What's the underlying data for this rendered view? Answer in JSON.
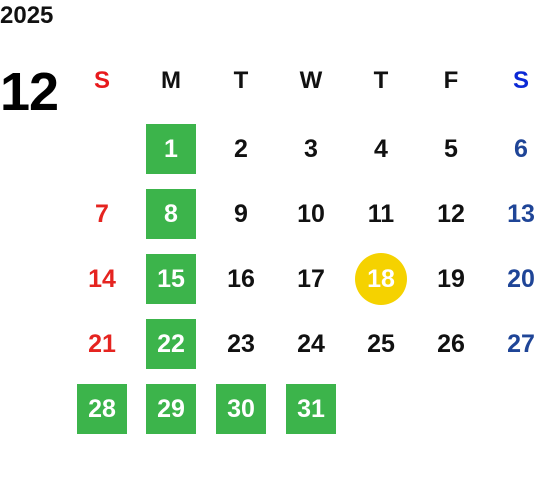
{
  "calendar": {
    "year": "2025",
    "month": "12",
    "weekdays": [
      {
        "label": "S",
        "color": "#e8191c"
      },
      {
        "label": "M",
        "color": "#111111"
      },
      {
        "label": "T",
        "color": "#111111"
      },
      {
        "label": "W",
        "color": "#111111"
      },
      {
        "label": "T",
        "color": "#111111"
      },
      {
        "label": "F",
        "color": "#111111"
      },
      {
        "label": "S",
        "color": "#0b29d6"
      }
    ],
    "colors": {
      "sunday": "#e52420",
      "saturday": "#1f4597",
      "weekday": "#111111",
      "highlight_green": "#3cb44b",
      "today_yellow": "#f5d200",
      "highlight_text": "#ffffff"
    },
    "days": [
      {
        "label": "1",
        "col": 1,
        "row": 0,
        "style": "green"
      },
      {
        "label": "2",
        "col": 2,
        "row": 0,
        "style": "normal"
      },
      {
        "label": "3",
        "col": 3,
        "row": 0,
        "style": "normal"
      },
      {
        "label": "4",
        "col": 4,
        "row": 0,
        "style": "normal"
      },
      {
        "label": "5",
        "col": 5,
        "row": 0,
        "style": "normal"
      },
      {
        "label": "6",
        "col": 6,
        "row": 0,
        "style": "normal"
      },
      {
        "label": "7",
        "col": 0,
        "row": 1,
        "style": "normal"
      },
      {
        "label": "8",
        "col": 1,
        "row": 1,
        "style": "green"
      },
      {
        "label": "9",
        "col": 2,
        "row": 1,
        "style": "normal"
      },
      {
        "label": "10",
        "col": 3,
        "row": 1,
        "style": "normal"
      },
      {
        "label": "11",
        "col": 4,
        "row": 1,
        "style": "normal"
      },
      {
        "label": "12",
        "col": 5,
        "row": 1,
        "style": "normal"
      },
      {
        "label": "13",
        "col": 6,
        "row": 1,
        "style": "normal"
      },
      {
        "label": "14",
        "col": 0,
        "row": 2,
        "style": "normal"
      },
      {
        "label": "15",
        "col": 1,
        "row": 2,
        "style": "green"
      },
      {
        "label": "16",
        "col": 2,
        "row": 2,
        "style": "normal"
      },
      {
        "label": "17",
        "col": 3,
        "row": 2,
        "style": "normal"
      },
      {
        "label": "18",
        "col": 4,
        "row": 2,
        "style": "today"
      },
      {
        "label": "19",
        "col": 5,
        "row": 2,
        "style": "normal"
      },
      {
        "label": "20",
        "col": 6,
        "row": 2,
        "style": "normal"
      },
      {
        "label": "21",
        "col": 0,
        "row": 3,
        "style": "normal"
      },
      {
        "label": "22",
        "col": 1,
        "row": 3,
        "style": "green"
      },
      {
        "label": "23",
        "col": 2,
        "row": 3,
        "style": "normal"
      },
      {
        "label": "24",
        "col": 3,
        "row": 3,
        "style": "normal"
      },
      {
        "label": "25",
        "col": 4,
        "row": 3,
        "style": "normal"
      },
      {
        "label": "26",
        "col": 5,
        "row": 3,
        "style": "normal"
      },
      {
        "label": "27",
        "col": 6,
        "row": 3,
        "style": "normal"
      },
      {
        "label": "28",
        "col": 0,
        "row": 4,
        "style": "green"
      },
      {
        "label": "29",
        "col": 1,
        "row": 4,
        "style": "green"
      },
      {
        "label": "30",
        "col": 2,
        "row": 4,
        "style": "green"
      },
      {
        "label": "31",
        "col": 3,
        "row": 4,
        "style": "green"
      }
    ]
  }
}
